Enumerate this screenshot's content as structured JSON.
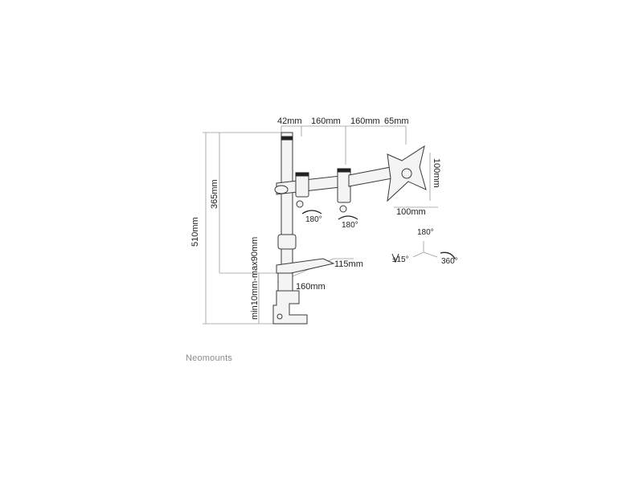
{
  "dimensions": {
    "arm_top_1": "42mm",
    "arm_top_2": "160mm",
    "arm_top_3": "160mm",
    "arm_top_4": "65mm",
    "vesa_height": "100mm",
    "vesa_width": "100mm",
    "total_height": "510mm",
    "arm_height": "365mm",
    "clamp_range": "min10mm-max90mm",
    "base_depth": "115mm",
    "base_width": "160mm"
  },
  "rotations": {
    "joint_1": "180°",
    "joint_2": "180°",
    "head_rotate": "180°",
    "tilt": "±15°",
    "swivel": "360°"
  },
  "brand": "Neomounts"
}
